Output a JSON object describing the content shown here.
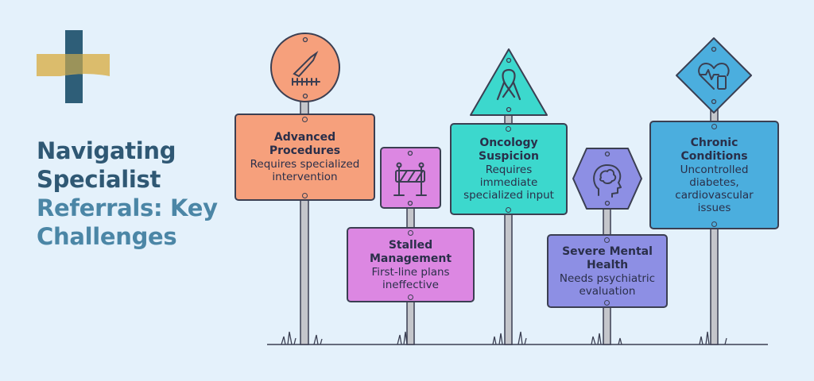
{
  "title_lines": [
    "Navigating",
    "Specialist",
    "Referrals: Key",
    "Challenges"
  ],
  "colors": {
    "background": "#e4f1fb",
    "title_dark": "#2f5874",
    "title_light": "#4b86a6",
    "advanced": "#f6a07c",
    "stalled": "#dc87e2",
    "oncology": "#3cd8cd",
    "mental": "#8d8fe4",
    "chronic": "#4baede",
    "post": "#c4c6cb",
    "outline": "#3b3f52"
  },
  "signs": [
    {
      "id": "advanced",
      "title": "Advanced Procedures",
      "title_lines": [
        "Advanced",
        "Procedures"
      ],
      "desc_lines": [
        "Requires specialized",
        "intervention"
      ],
      "icon": "scalpel-icon"
    },
    {
      "id": "stalled",
      "title_lines": [
        "Stalled",
        "Management"
      ],
      "desc_lines": [
        "First-line plans",
        "ineffective"
      ],
      "icon": "barricade-icon"
    },
    {
      "id": "oncology",
      "title_lines": [
        "Oncology",
        "Suspicion"
      ],
      "desc_lines": [
        "Requires",
        "immediate",
        "specialized input"
      ],
      "icon": "ribbon-icon"
    },
    {
      "id": "mental",
      "title_lines": [
        "Severe Mental",
        "Health"
      ],
      "desc_lines": [
        "Needs psychiatric",
        "evaluation"
      ],
      "icon": "brain-head-icon"
    },
    {
      "id": "chronic",
      "title_lines": [
        "Chronic",
        "Conditions"
      ],
      "desc_lines": [
        "Uncontrolled",
        "diabetes,",
        "cardiovascular",
        "issues"
      ],
      "icon": "heart-device-icon"
    }
  ]
}
